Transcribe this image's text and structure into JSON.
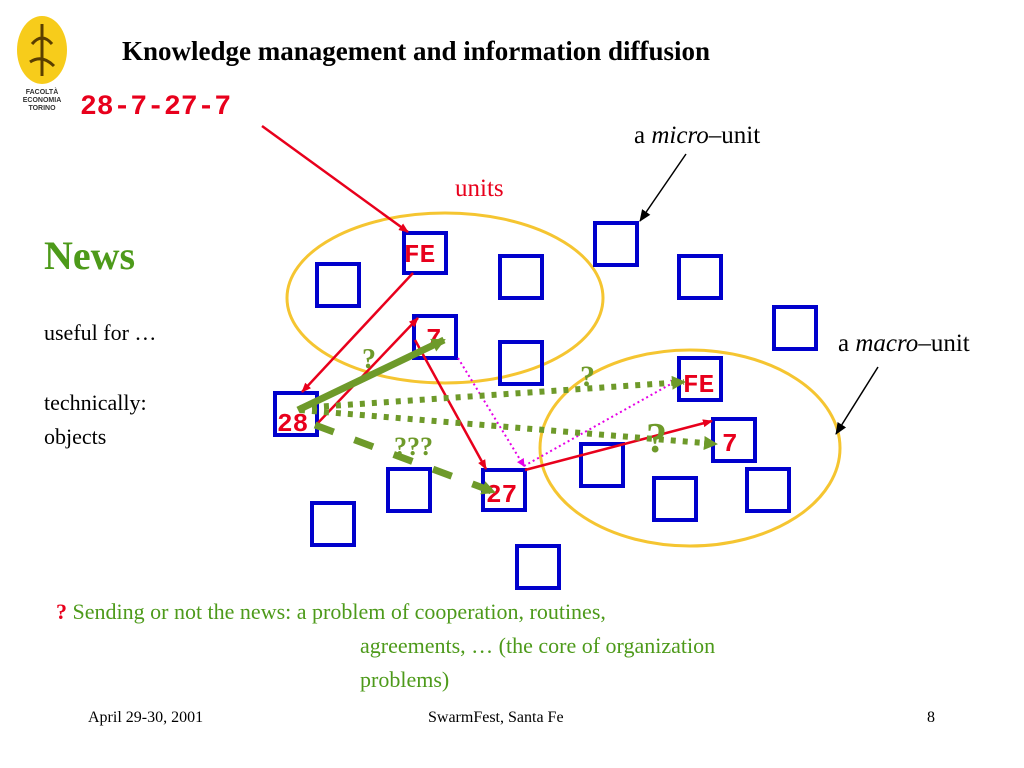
{
  "header": {
    "title": "Knowledge management and information diffusion",
    "logo_text": [
      "FACOLTÀ",
      "ECONOMIA",
      "TORINO"
    ]
  },
  "diagram": {
    "code_label": "28-7-27-7",
    "units_label": "units",
    "micro_label": {
      "prefix": "a ",
      "emph": "micro",
      "suffix": "–unit"
    },
    "macro_label": {
      "prefix": "a ",
      "emph": "macro",
      "suffix": "–unit"
    },
    "box_labels": {
      "fe_top": "FE",
      "seven_top": "7",
      "twentyeight": "28",
      "twentyseven": "27",
      "fe_right": "FE",
      "seven_right": "7"
    },
    "question_small": "?",
    "question_dotted": "?",
    "question_big": "?",
    "question_triple": "???"
  },
  "sidebar": {
    "heading": "News",
    "useful": "useful for …",
    "tech_line1": "technically:",
    "tech_line2": "objects"
  },
  "note": {
    "mark": "?",
    "line1": " Sending or not the news: a problem of cooperation, routines,",
    "line2": "agreements, … (the core of organization",
    "line3": "problems)"
  },
  "footer": {
    "date": "April 29-30, 2001",
    "event": "SwarmFest, Santa Fe",
    "page": "8"
  },
  "colors": {
    "box_blue": "#0000cc",
    "ellipse_yellow": "#f5c531",
    "arrow_red": "#e8001c",
    "arrow_green": "#6e9a2a",
    "arrow_magenta": "#e600e6",
    "text_green": "#4d9a1a"
  }
}
